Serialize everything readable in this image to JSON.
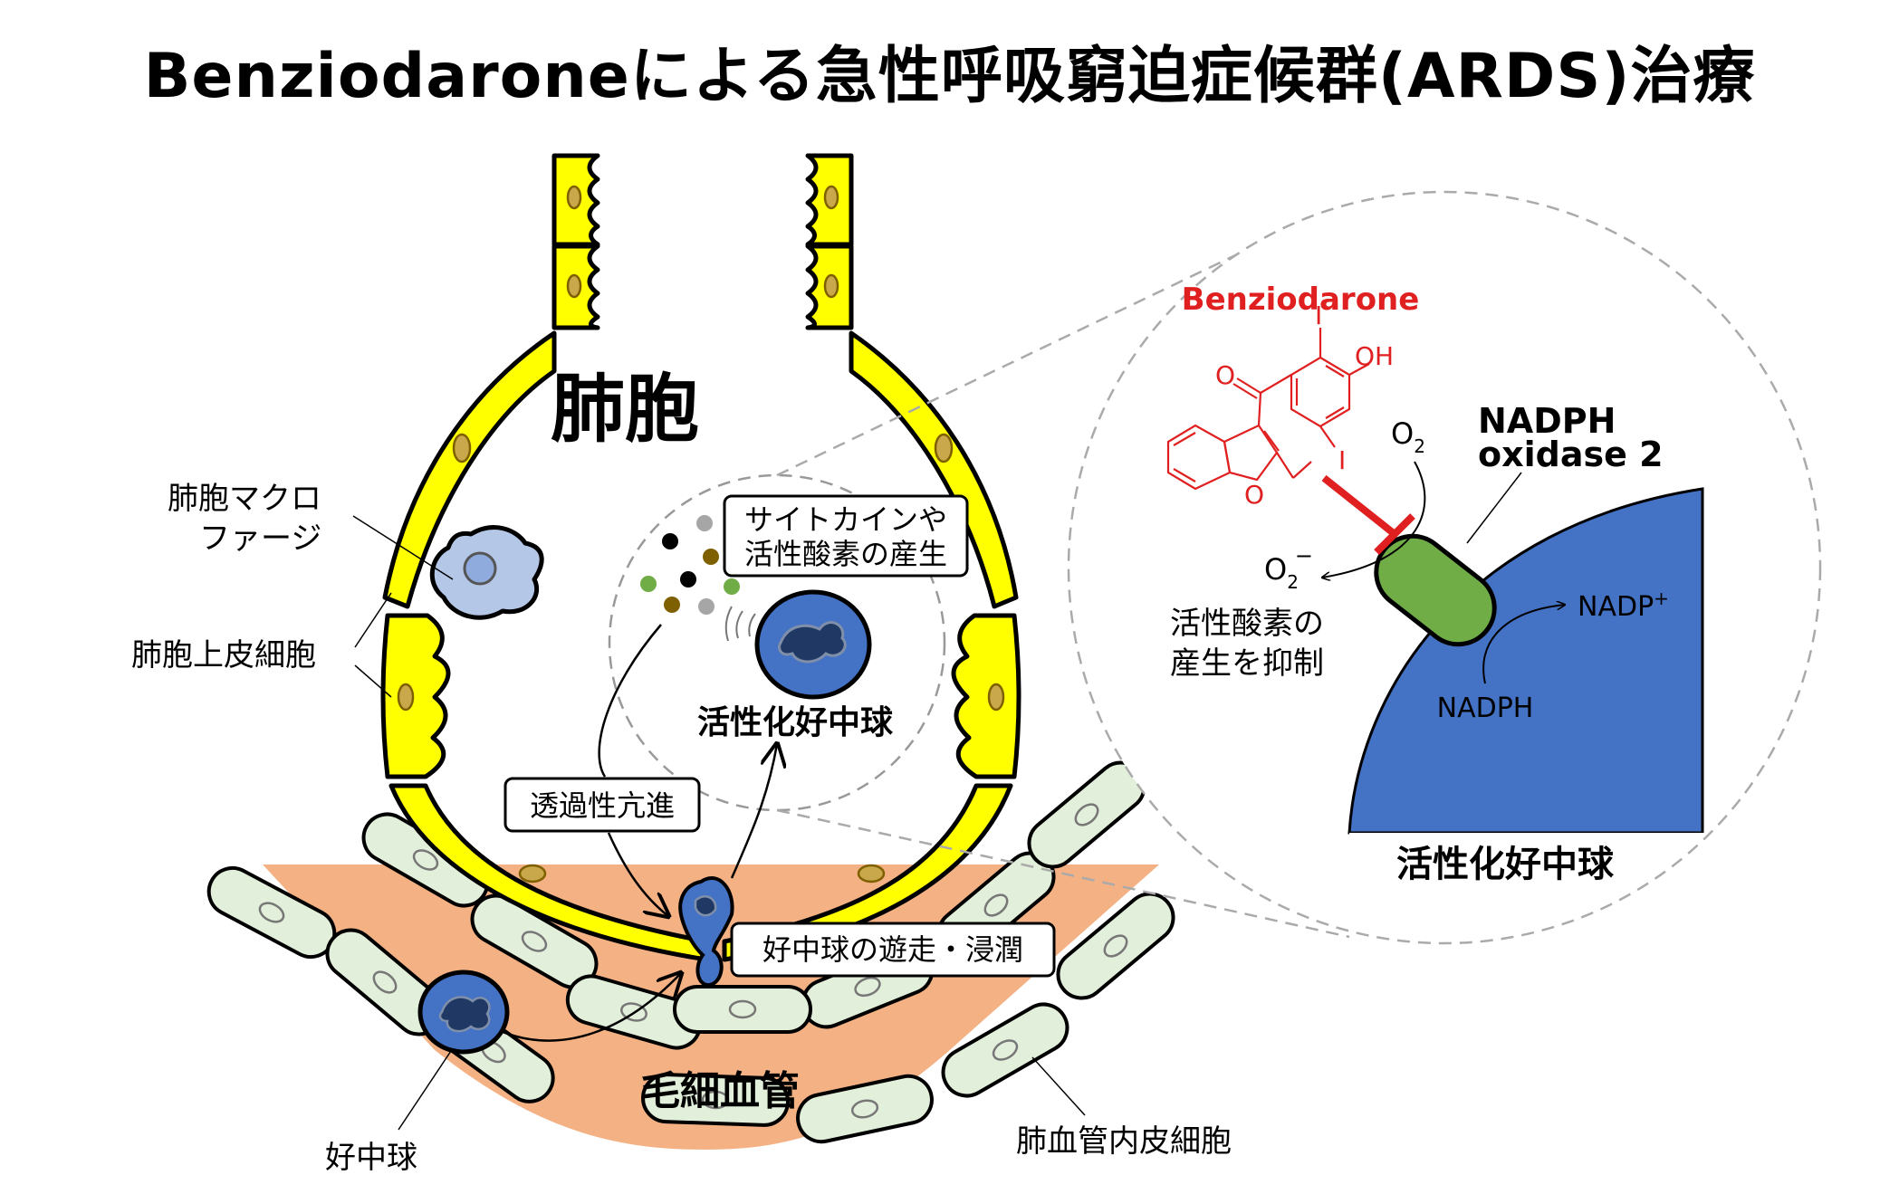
{
  "title": "Benziodaroneによる急性呼吸窮迫症候群(ARDS)治療",
  "labels": {
    "alveolus": "肺胞",
    "macrophage_line1": "肺胞マクロ",
    "macrophage_line2": "ファージ",
    "epithelial": "肺胞上皮細胞",
    "capillary": "毛細血管",
    "neutrophil": "好中球",
    "endothelial": "肺血管内皮細胞",
    "activated_neutrophil": "活性化好中球",
    "cytokine_line1": "サイトカインや",
    "cytokine_line2": "活性酸素の産生",
    "permeability": "透過性亢進",
    "migration": "好中球の遊走・浸潤"
  },
  "zoom": {
    "drug_name": "Benziodarone",
    "atoms": {
      "iodine_top": "I",
      "oh": "OH",
      "oxygen_ketone": "O",
      "iodine_bottom": "I",
      "oxygen_ring": "O"
    },
    "o2": "O",
    "o2_sub": "2",
    "superoxide": "O",
    "superoxide_sub": "2",
    "superoxide_sup": "−",
    "enzyme_line1": "NADPH",
    "enzyme_line2": "oxidase 2",
    "nadp": "NADP",
    "nadp_sup": "+",
    "nadph": "NADPH",
    "inhibit_line1": "活性酸素の",
    "inhibit_line2": "産生を抑制",
    "cell_label": "活性化好中球"
  },
  "colors": {
    "epithelium": "#ffff00",
    "nucleus": "#c9a84b",
    "capillary": "#f4b183",
    "endothelium": "#e2efda",
    "neutrophil": "#4472c4",
    "macrophage": "#b4c7e7",
    "enzyme": "#70ad47",
    "drug": "#e02020"
  }
}
